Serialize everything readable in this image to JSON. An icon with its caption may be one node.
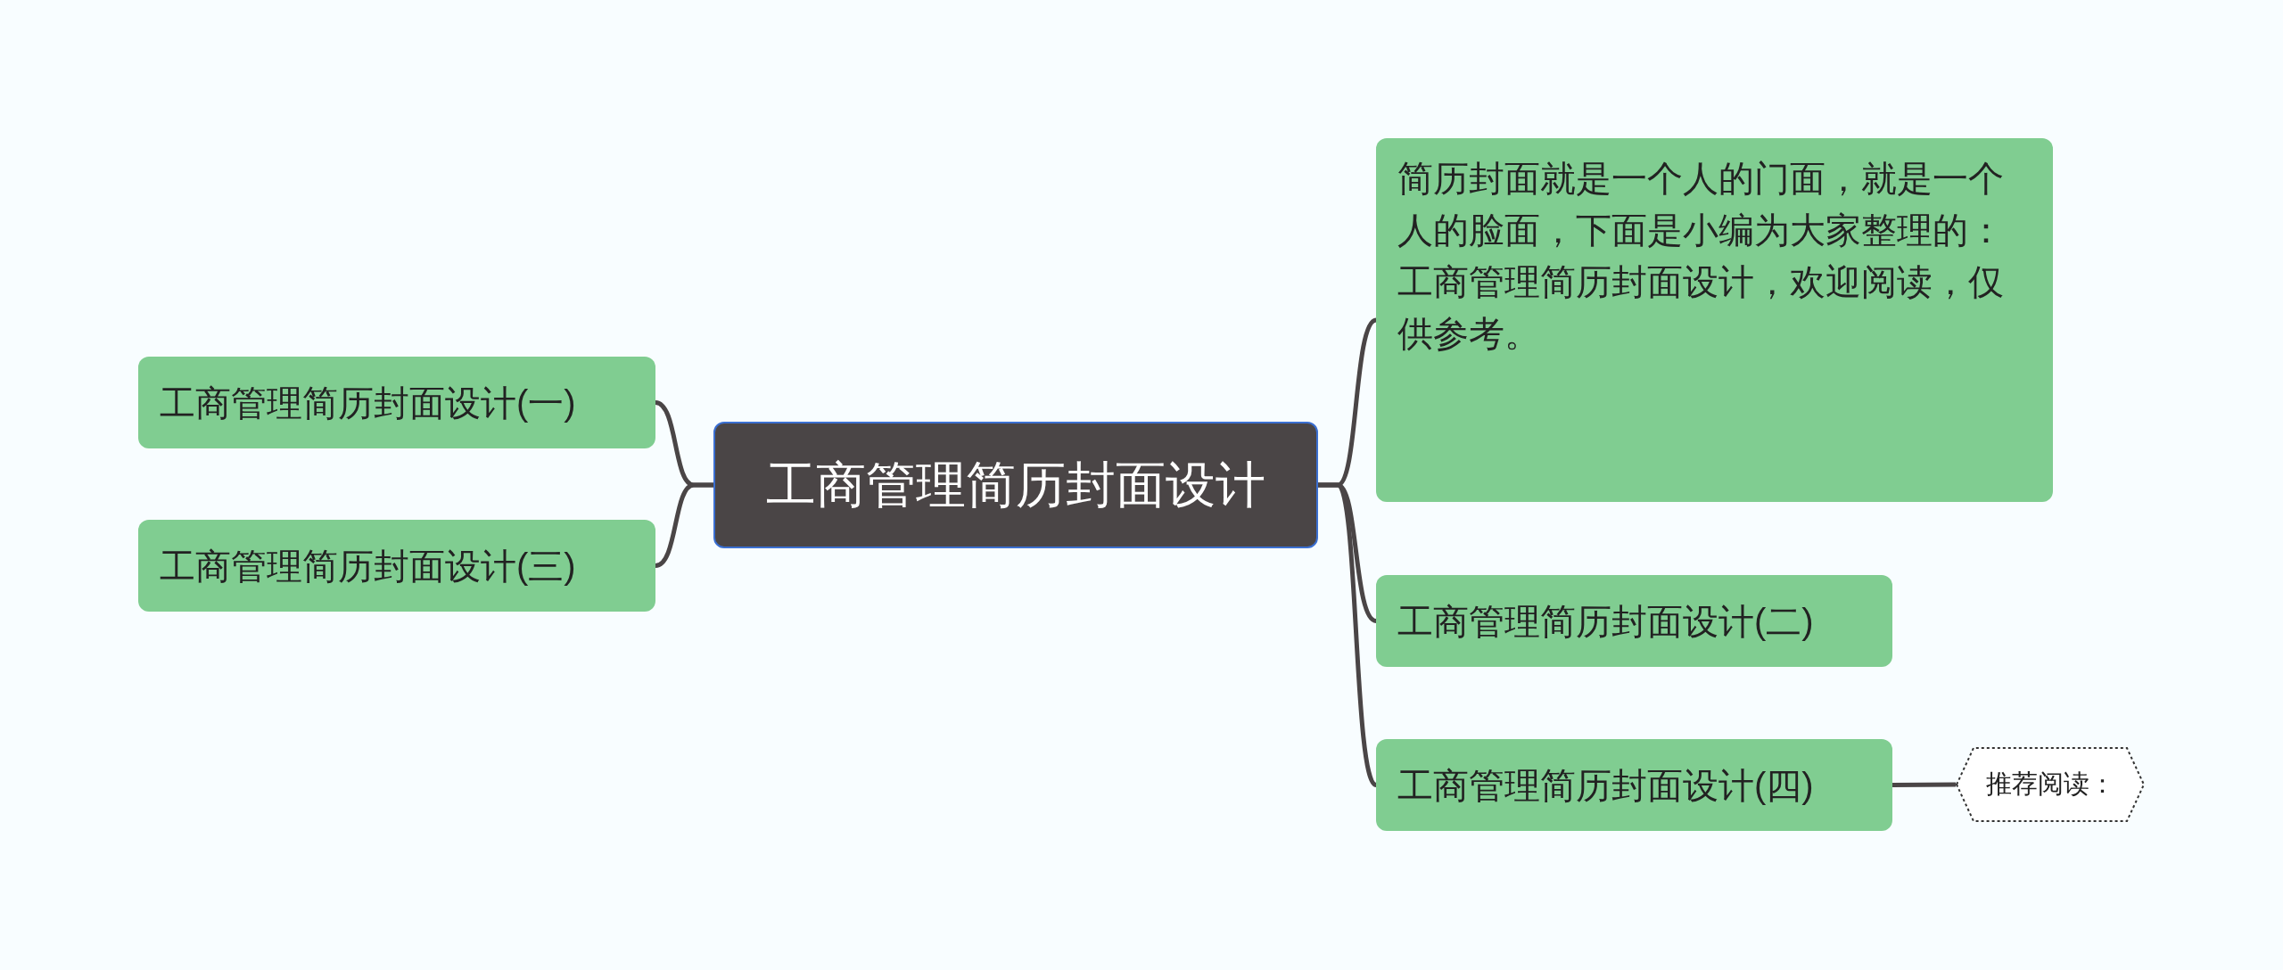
{
  "diagram": {
    "nodes": [
      {
        "text": [
          "工商管理简历封面设计"
        ]
      },
      {
        "text": [
          "工商管理简历封面设计(一)"
        ]
      },
      {
        "text": [
          "工商管理简历封面设计(三)"
        ]
      },
      {
        "text": [
          "简历封面就是一个人的门面，就是一个人的脸面，下面是小编为大家整理的：工商管理简历封面设计，欢迎阅读，仅供参考。"
        ]
      },
      {
        "text": [
          "工商管理简历封面设计(二)"
        ]
      },
      {
        "text": [
          "工商管理简历封面设计(四)"
        ]
      },
      {
        "text": [
          "推荐阅读："
        ]
      }
    ],
    "edges": [
      {
        "from": 0,
        "to": 1,
        "arrow": "none"
      },
      {
        "from": 0,
        "to": 2,
        "arrow": "none"
      },
      {
        "from": 0,
        "to": 3,
        "arrow": "none"
      },
      {
        "from": 0,
        "to": 4,
        "arrow": "none"
      },
      {
        "from": 0,
        "to": 5,
        "arrow": "none"
      },
      {
        "from": 5,
        "to": 6,
        "arrow": "none"
      }
    ]
  }
}
